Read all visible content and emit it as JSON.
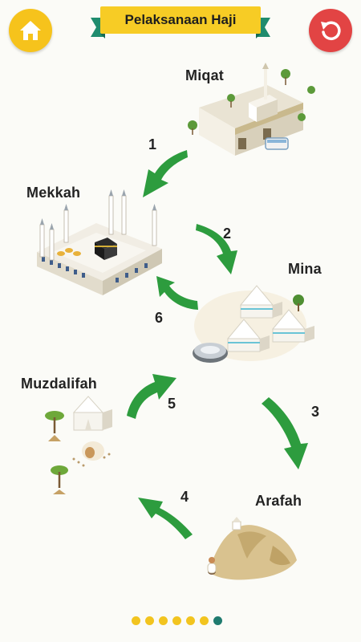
{
  "header": {
    "title": "Pelaksanaan Haji",
    "home_icon": "home-icon",
    "restart_icon": "restart-icon"
  },
  "locations": {
    "miqat": "Miqat",
    "mekkah": "Mekkah",
    "mina": "Mina",
    "arafah": "Arafah",
    "muzdalifah": "Muzdalifah"
  },
  "steps": [
    "1",
    "2",
    "3",
    "4",
    "5",
    "6"
  ],
  "pager": {
    "total": 7,
    "active_index": 6
  },
  "colors": {
    "arrow_green": "#2d9c3e",
    "accent_yellow": "#f6c31c",
    "restart_red": "#e24444",
    "pager_active": "#1f7b6f"
  }
}
